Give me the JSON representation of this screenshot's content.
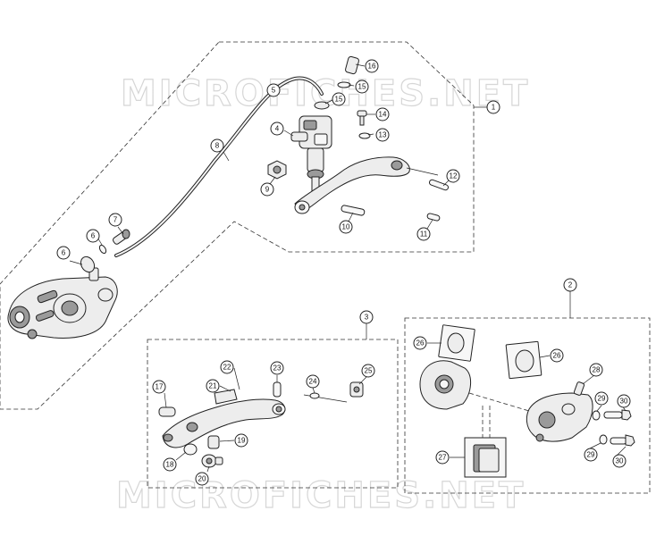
{
  "watermark": {
    "top": "MICROFICHES.NET",
    "bottom": "MICROFICHES.NET"
  },
  "callouts": {
    "c1": "1",
    "c2": "2",
    "c3": "3",
    "c4": "4",
    "c5": "5",
    "c6a": "6",
    "c6b": "6",
    "c7": "7",
    "c8": "8",
    "c9": "9",
    "c10": "10",
    "c11": "11",
    "c12": "12",
    "c13": "13",
    "c14": "14",
    "c15a": "15",
    "c15b": "15",
    "c16": "16",
    "c17": "17",
    "c18": "18",
    "c19": "19",
    "c20": "20",
    "c21": "21",
    "c22": "22",
    "c23": "23",
    "c24": "24",
    "c25": "25",
    "c26a": "26",
    "c26b": "26",
    "c27": "27",
    "c28": "28",
    "c29a": "29",
    "c29b": "29",
    "c30a": "30",
    "c30b": "30"
  }
}
